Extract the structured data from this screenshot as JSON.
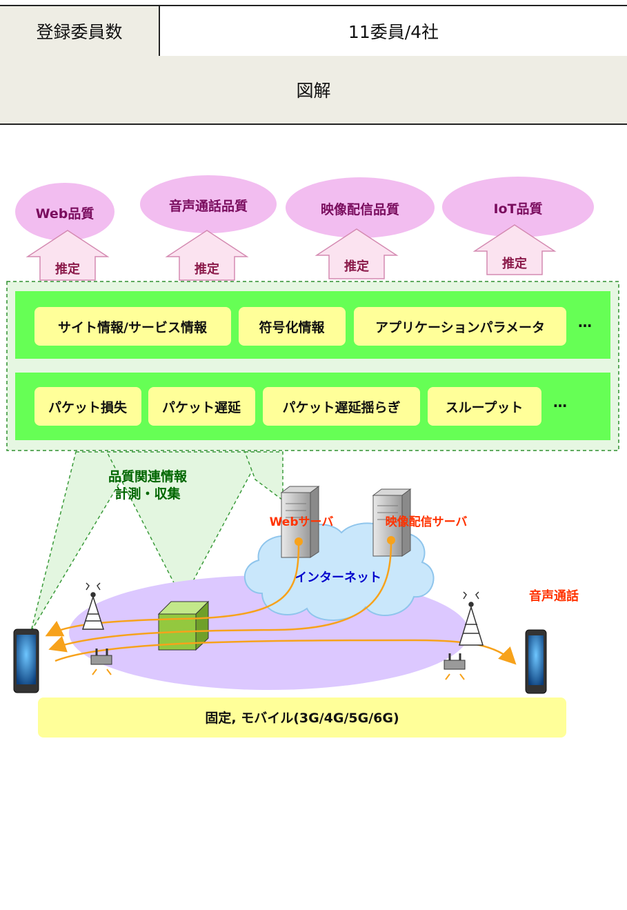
{
  "header": {
    "label": "登録委員数",
    "value": "11委員/4社",
    "section": "図解"
  },
  "quality_bubbles": [
    {
      "label": "Web品質"
    },
    {
      "label": "音声通話品質"
    },
    {
      "label": "映像配信品質"
    },
    {
      "label": "IoT品質"
    }
  ],
  "estimate_label": "推定",
  "upper_params": [
    "サイト情報/サービス情報",
    "符号化情報",
    "アプリケーションパラメータ"
  ],
  "lower_params": [
    "パケット損失",
    "パケット遅延",
    "パケット遅延揺らぎ",
    "スループット"
  ],
  "ellipsis": "…",
  "measurement_label_line1": "品質関連情報",
  "measurement_label_line2": "計測・収集",
  "servers": {
    "web": "Webサーバ",
    "video": "映像配信サーバ"
  },
  "internet_label": "インターネット",
  "voice_label": "音声通話",
  "network_label": "固定, モバイル(3G/4G/5G/6G)",
  "colors": {
    "bubble": "#f2bdf0",
    "estimate_text": "#8b1a4a",
    "green_band": "#66ff55",
    "param_box": "#ffff99",
    "server_label": "#ff3300",
    "internet_text": "#0000cc",
    "network_ellipse": "#dcc8ff",
    "network_box": "#ffff99",
    "measurement_text": "#006600",
    "flow": "#f7a21b"
  }
}
